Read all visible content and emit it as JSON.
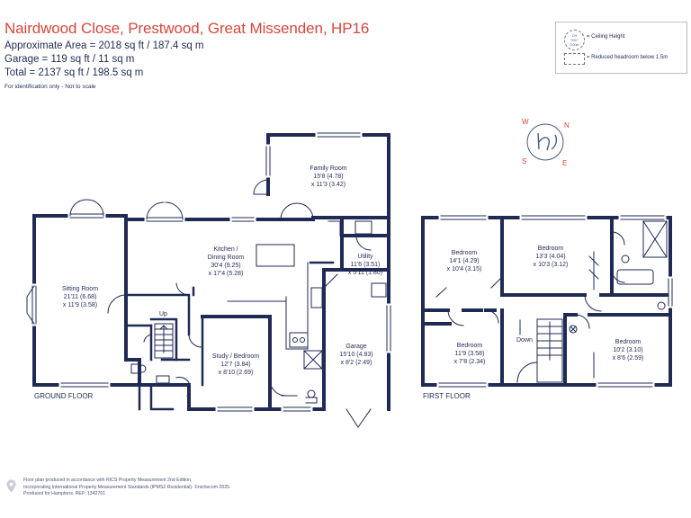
{
  "header": {
    "title": "Nairdwood Close, Prestwood, Great Missenden, HP16",
    "approx_area": "Approximate Area = 2018 sq ft / 187.4 sq m",
    "garage": "Garage = 119 sq ft / 11 sq m",
    "total": "Total = 2137 sq ft / 198.5 sq m",
    "note": "For identification only - Not to scale"
  },
  "legend": {
    "ceiling_symbol": [
      "CH",
      "0'00\"",
      "0.00m"
    ],
    "ceiling": "= Ceiling Height",
    "reduced": "= Reduced headroom below 1.5m"
  },
  "compass": {
    "n": "N",
    "e": "E",
    "s": "S",
    "w": "W"
  },
  "colors": {
    "wall": "#1f2a55",
    "title": "#d8473d",
    "compass": "#d8473d"
  },
  "ground_floor": {
    "label": "GROUND FLOOR",
    "family_room": {
      "name": "Family Room",
      "dims1": "15'8 (4.78)",
      "dims2": "x 11'3 (3.42)"
    },
    "sitting_room": {
      "name": "Sitting Room",
      "dims1": "21'11 (6.68)",
      "dims2": "x 11'9 (3.58)"
    },
    "kitchen": {
      "name1": "Kitchen /",
      "name2": "Dining Room",
      "dims1": "30'4 (9.25)",
      "dims2": "x 17'4 (5.28)"
    },
    "utility": {
      "name": "Utility",
      "dims1": "11'6 (3.51)",
      "dims2": "x 5'11 (1.80)"
    },
    "study": {
      "name": "Study / Bedroom",
      "dims1": "12'7 (3.84)",
      "dims2": "x 8'10 (2.69)"
    },
    "garage": {
      "name": "Garage",
      "dims1": "15'10 (4.83)",
      "dims2": "x 8'2 (2.49)"
    },
    "stairs_label": "Up"
  },
  "first_floor": {
    "label": "FIRST FLOOR",
    "bedroom_a": {
      "name": "Bedroom",
      "dims1": "14'1 (4.29)",
      "dims2": "x 10'4 (3.15)"
    },
    "bedroom_b": {
      "name": "Bedroom",
      "dims1": "13'3 (4.04)",
      "dims2": "x 10'3 (3.12)"
    },
    "bedroom_c": {
      "name": "Bedroom",
      "dims1": "11'9 (3.58)",
      "dims2": "x 7'8 (2.34)"
    },
    "bedroom_d": {
      "name": "Bedroom",
      "dims1": "10'2 (3.10)",
      "dims2": "x 8'6 (2.59)"
    },
    "stairs_label": "Down"
  },
  "footer": {
    "line1": "Floor plan produced in accordance with RICS Property Measurement 2nd Edition,",
    "line2": "Incorporating International Property Measurement Standards (IPMS2 Residential). ©nichecom 2025.",
    "line3": "Produced for Hamptons.   REF:  1342701"
  }
}
